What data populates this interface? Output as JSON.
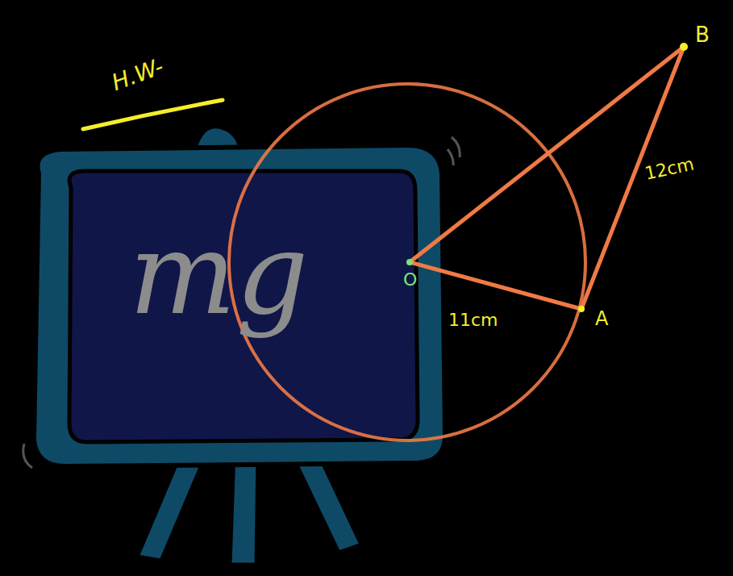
{
  "diagram": {
    "labels": [
      "H.W-",
      "mg",
      "B",
      "12cm",
      "O",
      "11cm",
      "A"
    ]
  }
}
